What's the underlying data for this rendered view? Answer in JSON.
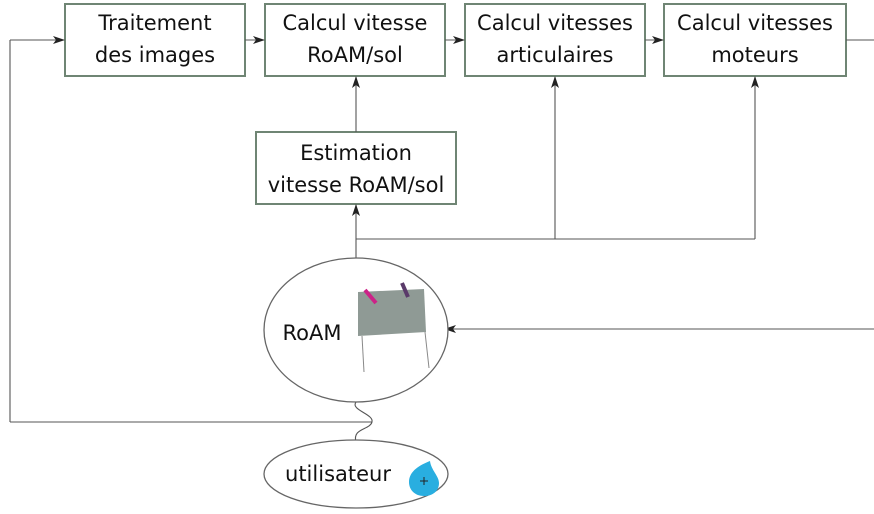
{
  "boxes": {
    "image_processing": {
      "line1": "Traitement",
      "line2": "des images"
    },
    "speed_roam_ground": {
      "line1": "Calcul vitesse",
      "line2": "RoAM/sol"
    },
    "joint_speeds": {
      "line1": "Calcul vitesses",
      "line2": "articulaires"
    },
    "motor_speeds": {
      "line1": "Calcul vitesses",
      "line2": "moteurs"
    },
    "estimation": {
      "line1": "Estimation",
      "line2": "vitesse RoAM/sol"
    }
  },
  "nodes": {
    "robot": "RoAM",
    "user": "utilisateur"
  },
  "colors": {
    "box_border": "#6f8574",
    "robot_body": "#8f9a95",
    "marker_magenta": "#cc2288",
    "marker_purple": "#5a3a6a",
    "user_drop": "#29aee0"
  },
  "icons": {
    "robot": "robot-cart-icon",
    "user": "water-drop-icon"
  }
}
